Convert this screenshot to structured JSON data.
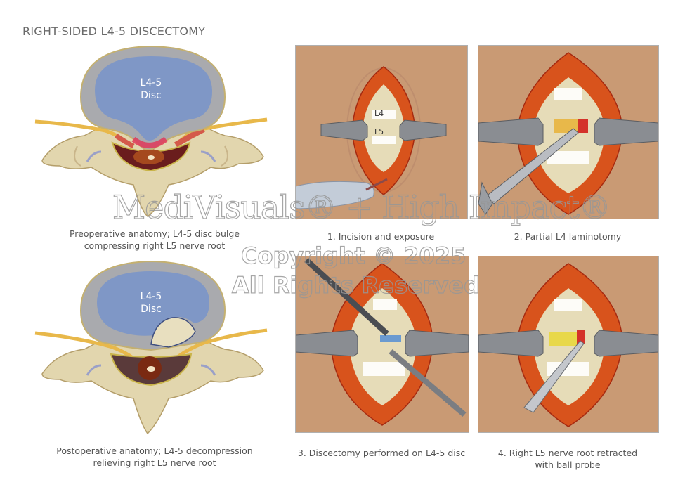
{
  "title": "RIGHT-SIDED L4-5 DISCECTOMY",
  "anatomy": [
    {
      "disc_label_line1": "L4-5",
      "disc_label_line2": "Disc",
      "caption_line1": "Preoperative anatomy; L4-5 disc bulge",
      "caption_line2": "compressing right L5 nerve root"
    },
    {
      "disc_label_line1": "L4-5",
      "disc_label_line2": "Disc",
      "caption_line1": "Postoperative anatomy; L4-5 decompression",
      "caption_line2": "relieving right L5 nerve root"
    }
  ],
  "steps": [
    {
      "caption_line1": "1. Incision and exposure",
      "caption_line2": "",
      "labels": [
        "L4",
        "L5"
      ]
    },
    {
      "caption_line1": "2. Partial L4 laminotomy",
      "caption_line2": ""
    },
    {
      "caption_line1": "3. Discectomy performed on L4-5 disc",
      "caption_line2": ""
    },
    {
      "caption_line1": "4. Right L5 nerve root retracted",
      "caption_line2": "with ball probe"
    }
  ],
  "watermark": {
    "line1": "MediVisuals® + High Impact®",
    "line2": "Copyright © 2025",
    "line3": "All Rights Reserved"
  },
  "colors": {
    "skin": "#c99a74",
    "wound": "#d8531c",
    "bone": "#e6dcb8",
    "disc_nucleus": "#7f97c6",
    "disc_annulus": "#a9aaae",
    "nerve": "#e8b84a",
    "compression": "#e03a5a"
  }
}
